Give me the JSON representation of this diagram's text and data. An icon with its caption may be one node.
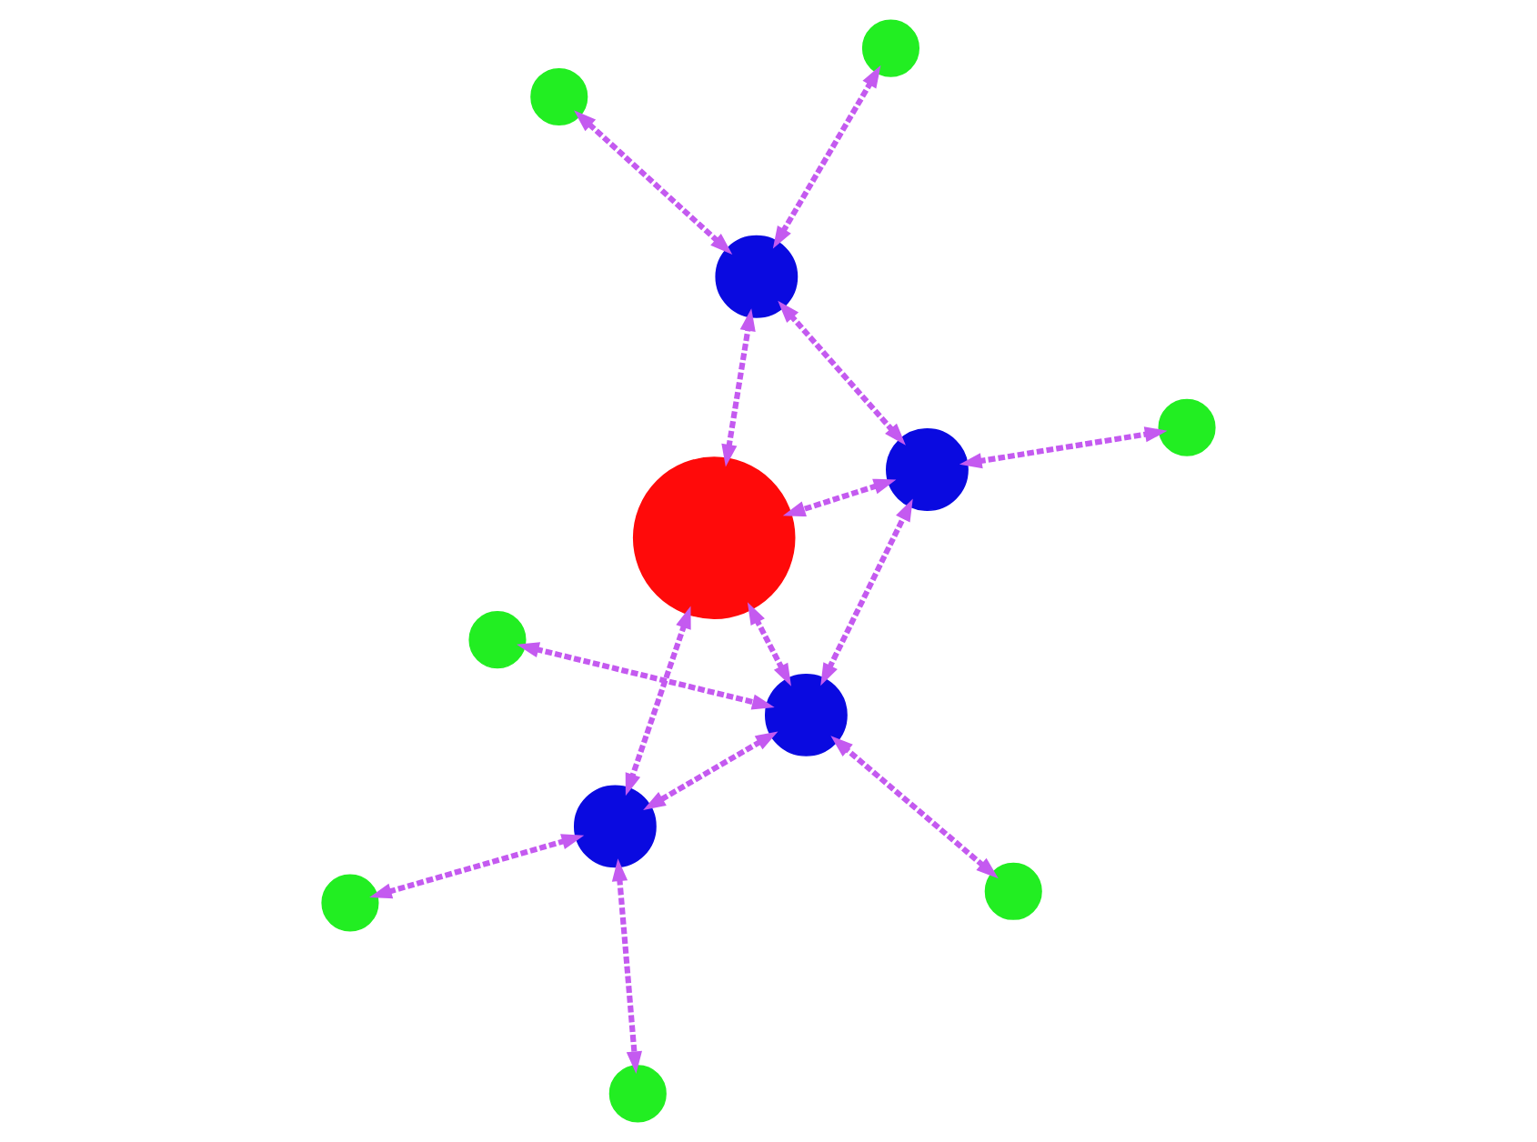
{
  "diagram": {
    "nodes": [
      {
        "text": [],
        "shape": "circle"
      },
      {
        "text": [],
        "shape": "circle"
      },
      {
        "text": [],
        "shape": "circle"
      },
      {
        "text": [],
        "shape": "circle"
      },
      {
        "text": [],
        "shape": "circle"
      },
      {
        "text": [],
        "shape": "circle"
      },
      {
        "text": [],
        "shape": "circle"
      },
      {
        "text": [],
        "shape": "circle"
      },
      {
        "text": [],
        "shape": "circle"
      },
      {
        "text": [],
        "shape": "circle"
      },
      {
        "text": [],
        "shape": "circle"
      },
      {
        "text": [],
        "shape": "circle"
      }
    ],
    "edges": [
      {
        "from": 1,
        "to": 2,
        "arrow": "both",
        "style": "dashed"
      },
      {
        "from": 0,
        "to": 2,
        "arrow": "both",
        "style": "dashed"
      },
      {
        "from": 2,
        "to": 3,
        "arrow": "both",
        "style": "dashed"
      },
      {
        "from": 2,
        "to": 4,
        "arrow": "both",
        "style": "dashed"
      },
      {
        "from": 2,
        "to": 6,
        "arrow": "both",
        "style": "dashed"
      },
      {
        "from": 3,
        "to": 4,
        "arrow": "both",
        "style": "dashed"
      },
      {
        "from": 3,
        "to": 8,
        "arrow": "both",
        "style": "dashed"
      },
      {
        "from": 3,
        "to": 7,
        "arrow": "both",
        "style": "dashed"
      },
      {
        "from": 4,
        "to": 6,
        "arrow": "both",
        "style": "dashed"
      },
      {
        "from": 4,
        "to": 8,
        "arrow": "both",
        "style": "dashed"
      },
      {
        "from": 5,
        "to": 6,
        "arrow": "both",
        "style": "dashed"
      },
      {
        "from": 6,
        "to": 9,
        "arrow": "both",
        "style": "dashed"
      },
      {
        "from": 8,
        "to": 10,
        "arrow": "both",
        "style": "dashed"
      },
      {
        "from": 8,
        "to": 11,
        "arrow": "both",
        "style": "dashed"
      }
    ]
  }
}
